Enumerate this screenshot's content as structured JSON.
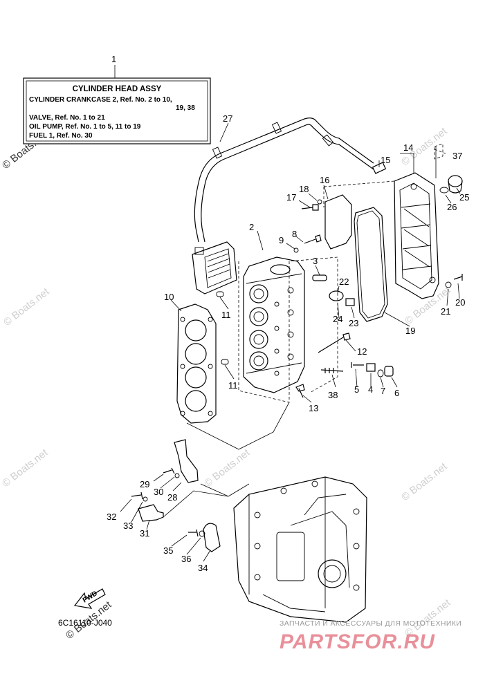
{
  "label_box": {
    "ref": "1",
    "title": "CYLINDER HEAD ASSY",
    "lines": [
      "CYLINDER CRANKCASE 2,  Ref. No. 2 to 10,",
      "19, 38",
      "VALVE,  Ref. No. 1 to 21",
      "OIL PUMP,  Ref. No. 1 to 5, 11 to 19",
      "FUEL 1,  Ref. No. 30"
    ]
  },
  "callouts": [
    "2",
    "3",
    "4",
    "5",
    "6",
    "7",
    "8",
    "9",
    "10",
    "11",
    "11",
    "12",
    "13",
    "14",
    "15",
    "16",
    "17",
    "18",
    "19",
    "20",
    "21",
    "22",
    "23",
    "24",
    "25",
    "26",
    "27",
    "28",
    "29",
    "30",
    "31",
    "32",
    "33",
    "34",
    "35",
    "36",
    "37",
    "38"
  ],
  "fwd_label": "FWD",
  "diagram_code": "6C16110-J040",
  "watermark": "© Boats.net",
  "brand": {
    "tagline": "ЗАПЧАСТИ И АКСЕССУАРЫ ДЛЯ МОТОТЕХНИКИ",
    "name": "PARTSFOR.RU"
  }
}
